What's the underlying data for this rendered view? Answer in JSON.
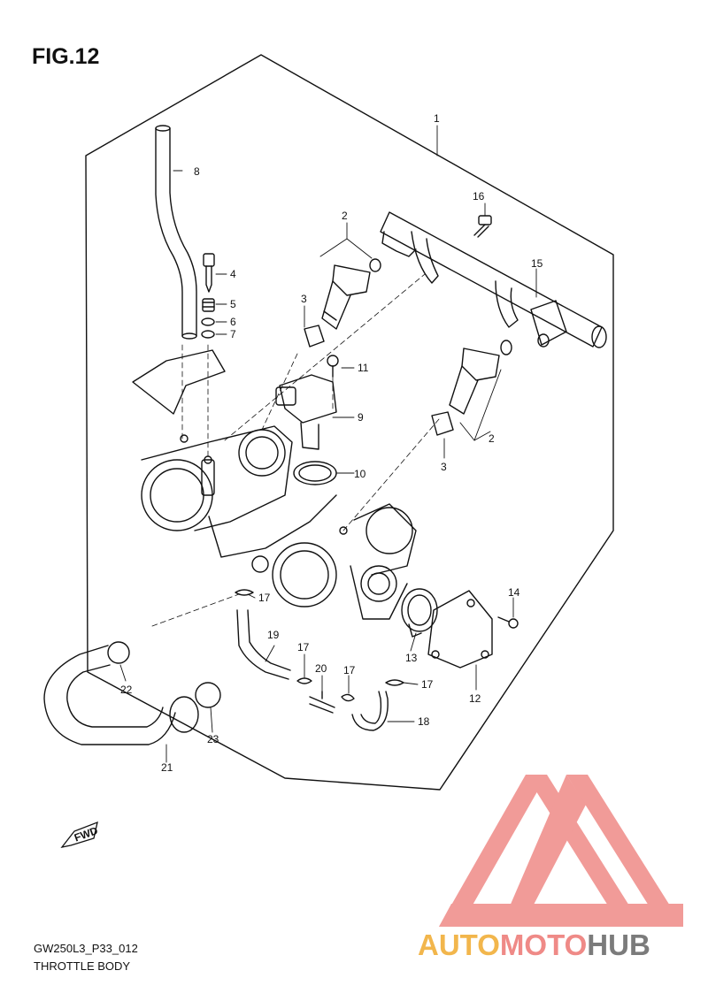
{
  "figure": {
    "title": "FIG.12"
  },
  "footer": {
    "code": "GW250L3_P33_012",
    "caption": "THROTTLE BODY"
  },
  "direction_marker": "FWD",
  "watermark": {
    "part1": "AUTO",
    "part2": "MOTO",
    "part3": "HUB"
  },
  "callouts": {
    "c1": "1",
    "c2a": "2",
    "c2b": "2",
    "c3a": "3",
    "c3b": "3",
    "c4": "4",
    "c5": "5",
    "c6": "6",
    "c7": "7",
    "c8": "8",
    "c9": "9",
    "c10": "10",
    "c11": "11",
    "c12": "12",
    "c13": "13",
    "c14": "14",
    "c15": "15",
    "c16": "16",
    "c17a": "17",
    "c17b": "17",
    "c17c": "17",
    "c17d": "17",
    "c18": "18",
    "c19": "19",
    "c20": "20",
    "c21": "21",
    "c22": "22",
    "c23": "23"
  },
  "colors": {
    "line": "#111111",
    "watermark_red": "#ef8a87",
    "watermark_orange": "#f2b64c",
    "watermark_gray": "#7b7b7b"
  }
}
